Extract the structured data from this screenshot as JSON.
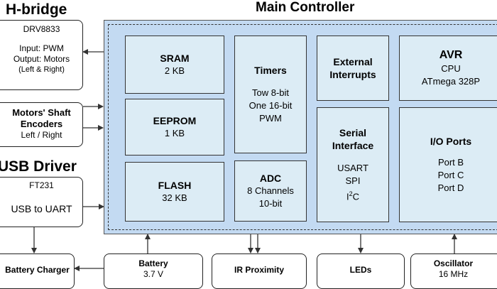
{
  "left": {
    "hbridge": {
      "title": "H-bridge",
      "chip": "DRV8833",
      "line1": "Input: PWM",
      "line2": "Output: Motors",
      "line3": "(Left & Right)"
    },
    "encoders": {
      "line1": "Motors' Shaft",
      "line2": "Encoders",
      "line3": "Left / Right"
    },
    "usb": {
      "title": "USB Driver",
      "chip": "FT231",
      "label": "USB to UART"
    }
  },
  "main": {
    "title": "Main Controller",
    "sram": {
      "name": "SRAM",
      "size": "2 KB"
    },
    "eeprom": {
      "name": "EEPROM",
      "size": "1 KB"
    },
    "flash": {
      "name": "FLASH",
      "size": "32 KB"
    },
    "timers": {
      "name": "Timers",
      "l1": "Tow 8-bit",
      "l2": "One 16-bit",
      "l3": "PWM"
    },
    "adc": {
      "name": "ADC",
      "l1": "8 Channels",
      "l2": "10-bit"
    },
    "interrupts": {
      "l1": "External",
      "l2": "Interrupts"
    },
    "serial": {
      "l1": "Serial",
      "l2": "Interface",
      "p1": "USART",
      "p2": "SPI",
      "p3_main": "I",
      "p3_sup": "2",
      "p3_end": "C"
    },
    "avr": {
      "name": "AVR",
      "l1": "CPU",
      "l2": "ATmega 328P"
    },
    "io": {
      "name": "I/O Ports",
      "p1": "Port B",
      "p2": "Port C",
      "p3": "Port D"
    }
  },
  "bottom": {
    "charger": "Battery Charger",
    "battery": {
      "name": "Battery",
      "voltage": "3.7 V"
    },
    "ir": "IR Proximity",
    "leds": "LEDs",
    "osc": {
      "name": "Oscillator",
      "freq": "16 MHz"
    }
  }
}
